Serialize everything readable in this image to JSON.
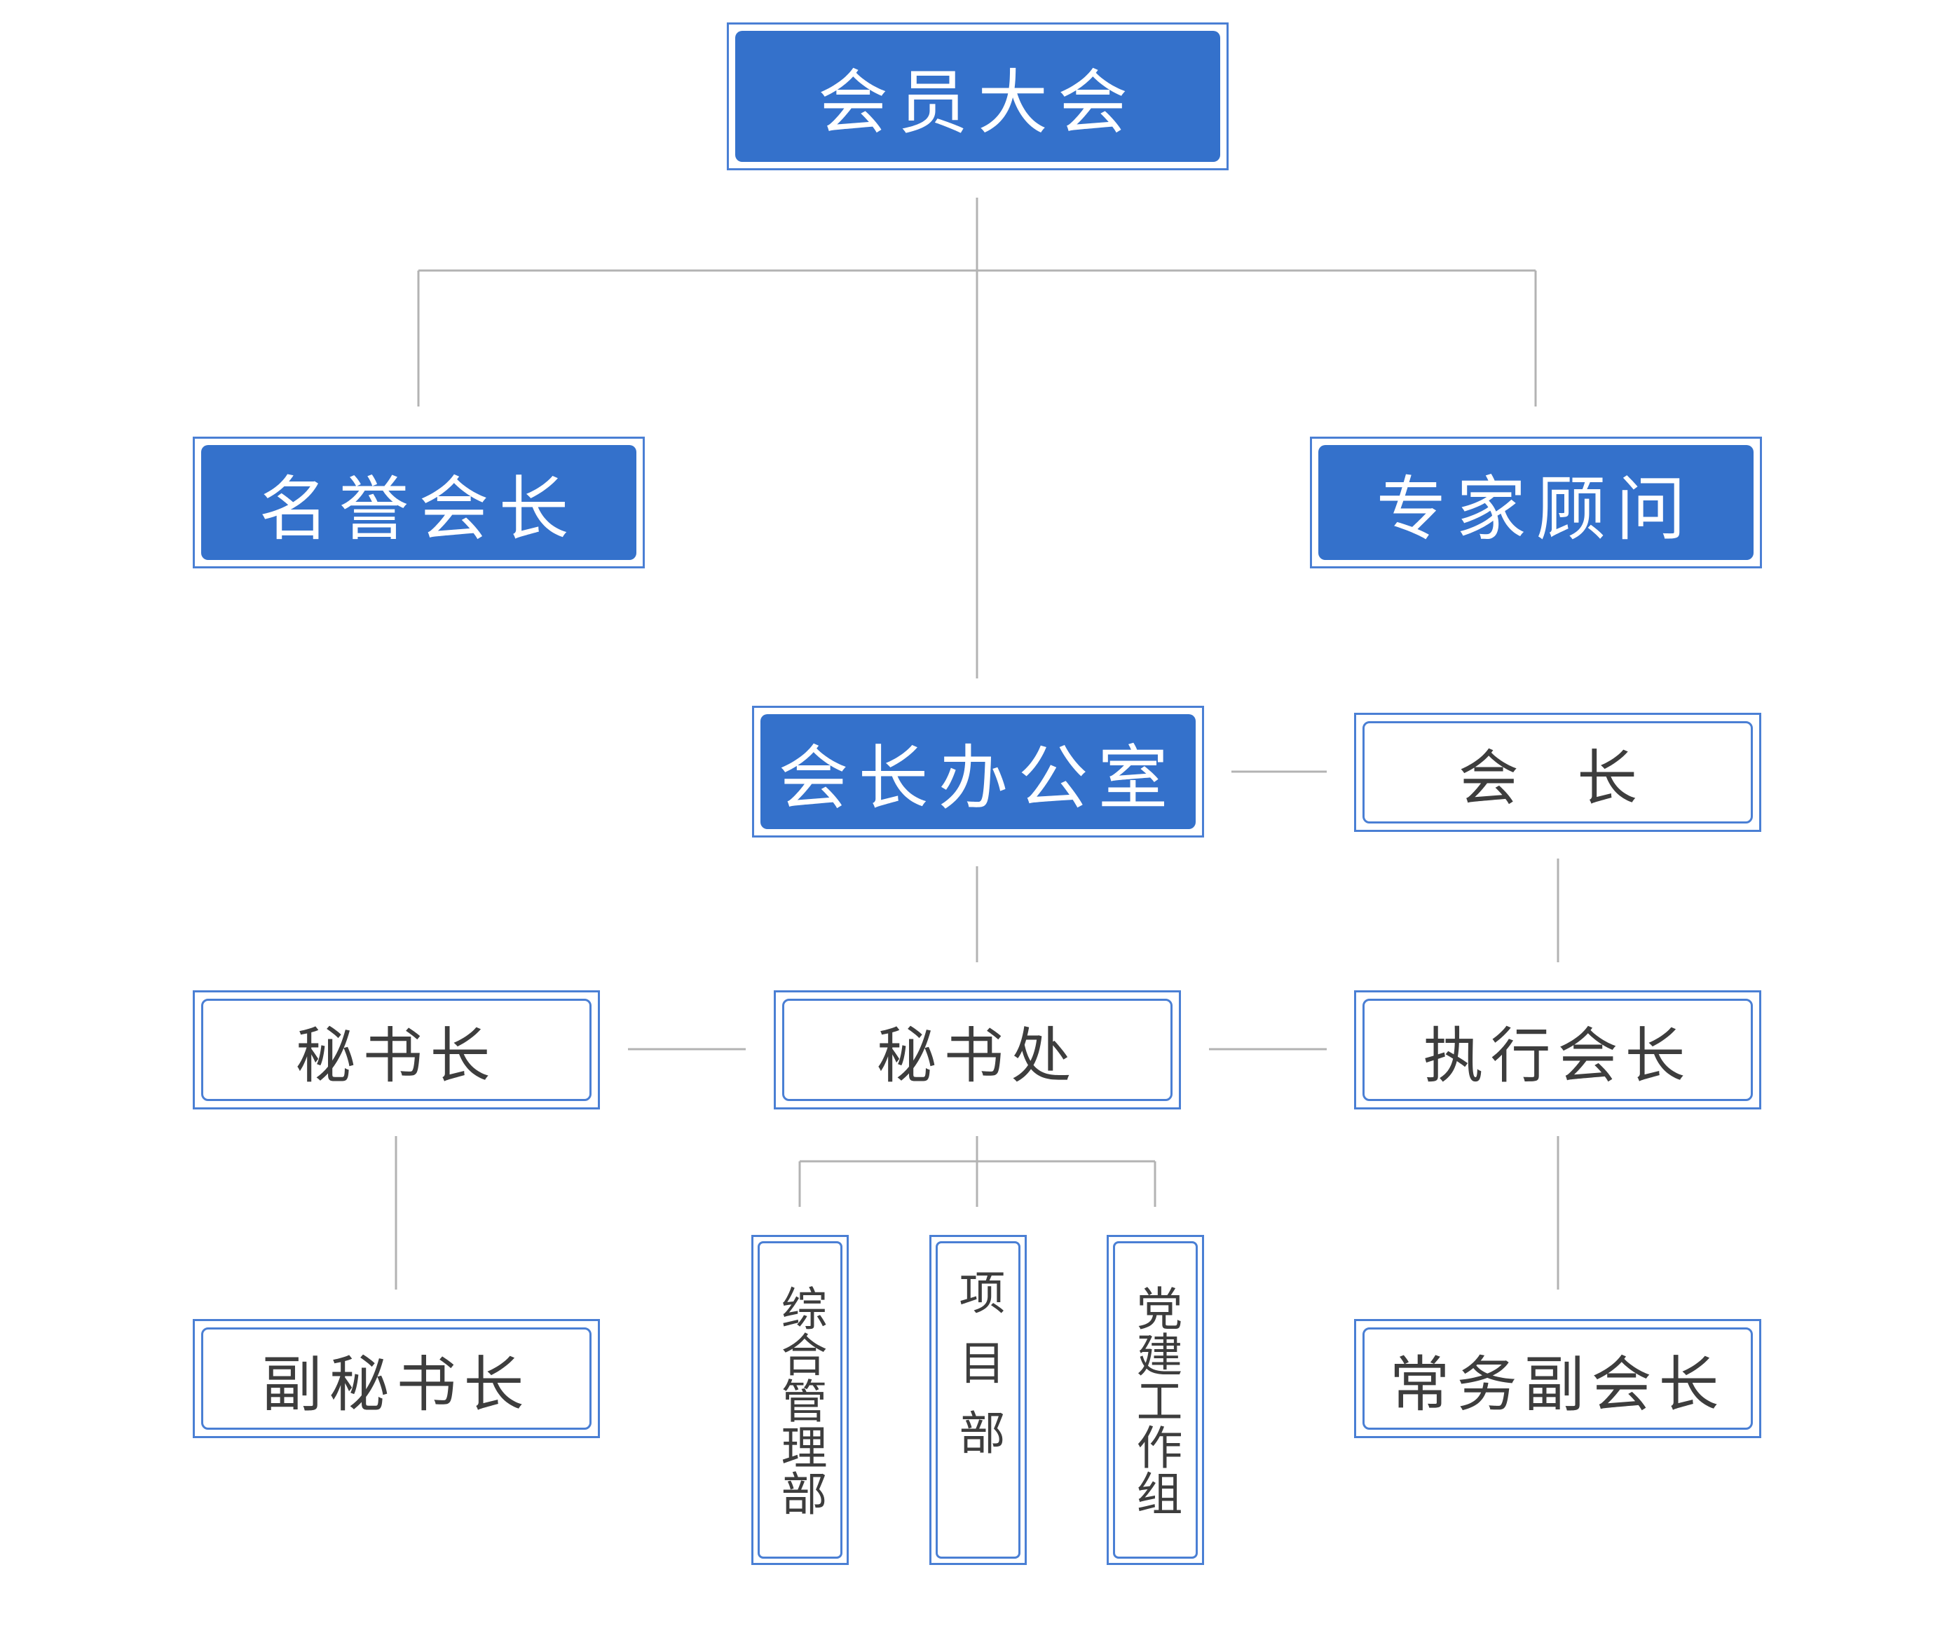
{
  "org_chart": {
    "assembly": "会员大会",
    "honorary_president": "名誉会长",
    "expert_advisor": "专家顾问",
    "president_office": "会长办公室",
    "president": "会 长",
    "secretary_general": "秘书长",
    "secretariat": "秘书处",
    "executive_president": "执行会长",
    "deputy_secretary_general": "副秘书长",
    "general_management": "综合管理部",
    "project_department": "项目部",
    "party_building": "党建工作组",
    "standing_vice_president": "常务副会长"
  },
  "colors": {
    "primary_fill": "#3471cb",
    "border": "#4a7fd4",
    "connector": "#b3b3b3",
    "text_dark": "#3d3d3d"
  }
}
